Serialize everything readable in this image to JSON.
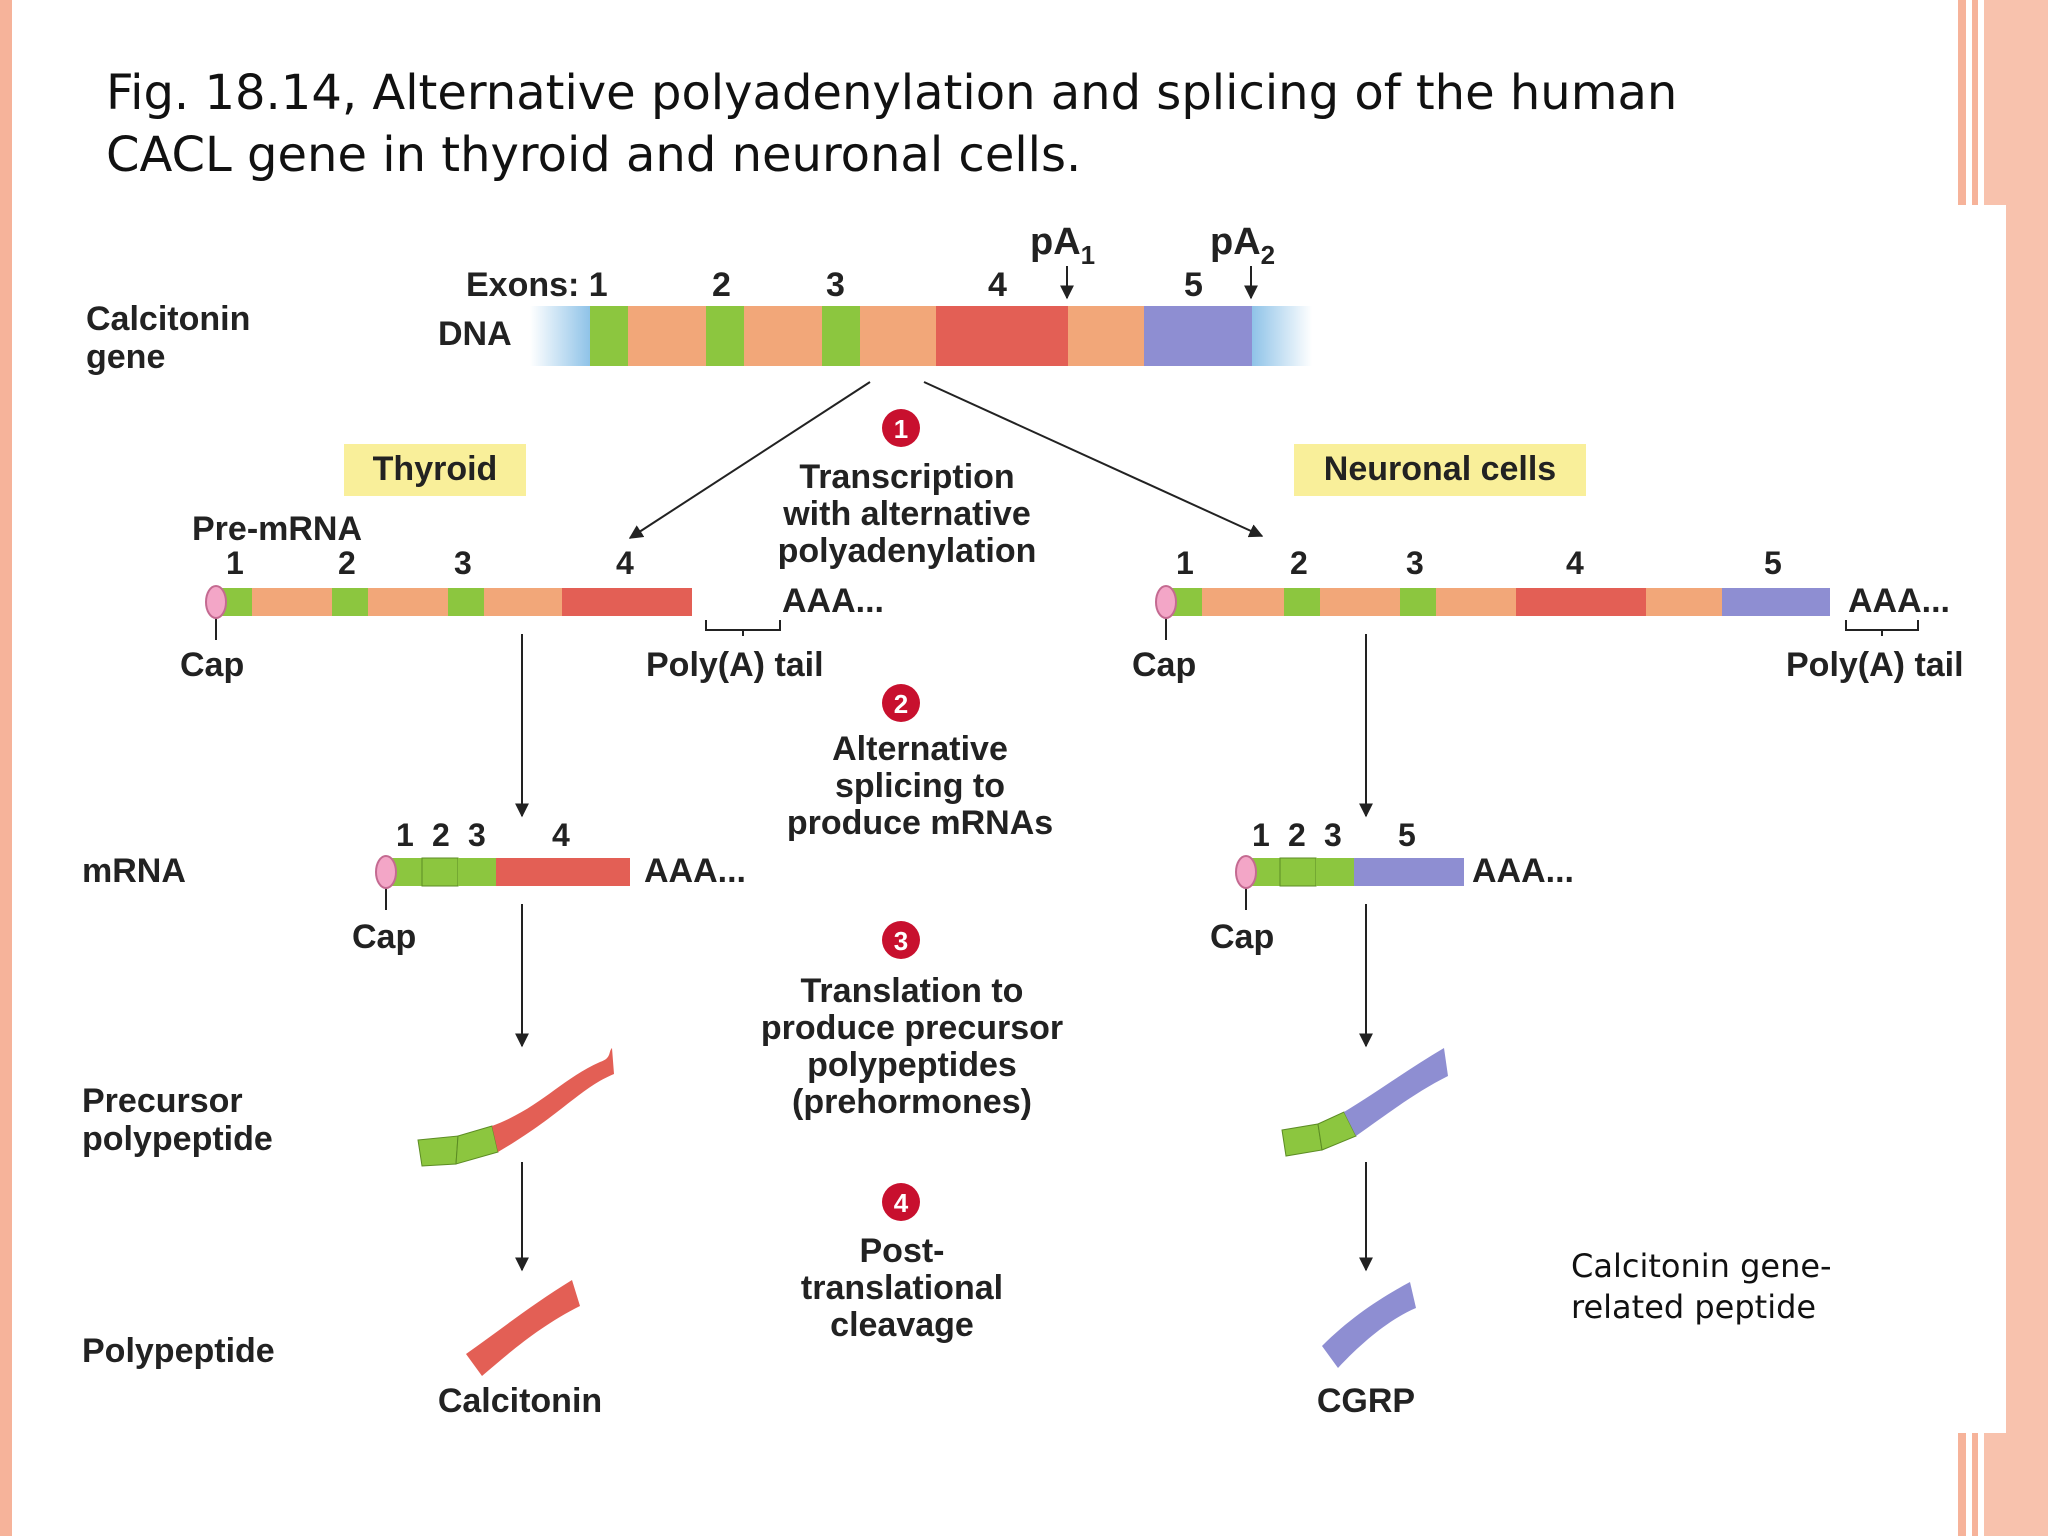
{
  "slide": {
    "title_line1": "Fig. 18.14, Alternative polyadenylation and splicing of the human",
    "title_line2": "CACL gene in thyroid and neuronal cells.",
    "caption_line1": "Calcitonin gene-",
    "caption_line2": "related peptide"
  },
  "diagram": {
    "gene_label_line1": "Calcitonin",
    "gene_label_line2": "gene",
    "dna_label": "DNA",
    "exons_label": "Exons: 1",
    "pa1": "pA",
    "pa1_sub": "1",
    "pa2": "pA",
    "pa2_sub": "2",
    "thyroid": "Thyroid",
    "neuronal": "Neuronal cells",
    "pre_mrna": "Pre-mRNA",
    "cap": "Cap",
    "aaa": "AAA...",
    "polya_tail": "Poly(A) tail",
    "row_mrna": "mRNA",
    "row_precursor_line1": "Precursor",
    "row_precursor_line2": "polypeptide",
    "row_polypeptide": "Polypeptide",
    "product_left": "Calcitonin",
    "product_right": "CGRP",
    "steps": [
      {
        "num": "1",
        "lines": [
          "Transcription",
          "with alternative",
          "polyadenylation"
        ]
      },
      {
        "num": "2",
        "lines": [
          "Alternative",
          "splicing to",
          "produce mRNAs"
        ]
      },
      {
        "num": "3",
        "lines": [
          "Translation to",
          "produce precursor",
          "polypeptides",
          "(prehormones)"
        ]
      },
      {
        "num": "4",
        "lines": [
          "Post-",
          "translational",
          "cleavage"
        ]
      }
    ],
    "exon_numbers": [
      "1",
      "2",
      "3",
      "4",
      "5"
    ]
  },
  "colors": {
    "stripe": "#f6b39a",
    "exon_green": "#8cc63f",
    "intron_orange": "#f2a779",
    "exon4_red": "#e35f55",
    "exon5_purple": "#8e8ed2",
    "dna_end_blue": "#8fc3e8",
    "cap_pink": "#f3a6c7",
    "step_badge": "#c8102e",
    "label_bg": "#f9ef9a"
  }
}
